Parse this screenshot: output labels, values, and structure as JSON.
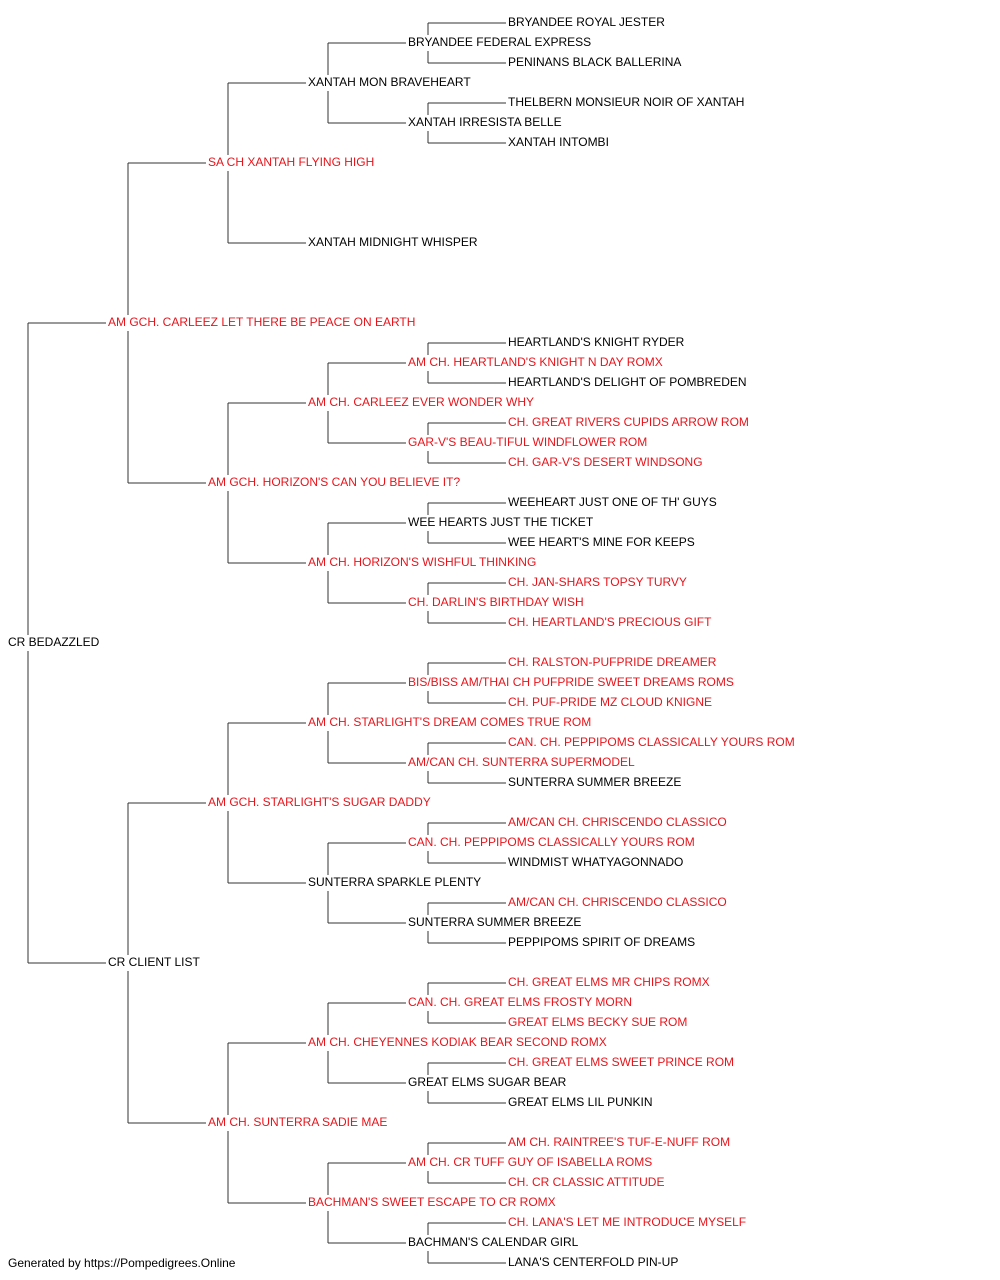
{
  "colors": {
    "champion": "#e8141b",
    "normal": "#000000",
    "line": "#333333"
  },
  "footer": "Generated by https://Pompedigrees.Online",
  "pedigree": {
    "name": "CR BEDAZZLED",
    "champion": false,
    "sire": {
      "name": "AM GCH. CARLEEZ LET THERE BE PEACE ON EARTH",
      "champion": true,
      "sire": {
        "name": "SA CH XANTAH FLYING HIGH",
        "champion": true,
        "sire": {
          "name": "XANTAH MON BRAVEHEART",
          "champion": false,
          "sire": {
            "name": "BRYANDEE FEDERAL EXPRESS",
            "champion": false,
            "sire": {
              "name": "BRYANDEE ROYAL JESTER",
              "champion": false
            },
            "dam": {
              "name": "PENINANS BLACK BALLERINA",
              "champion": false
            }
          },
          "dam": {
            "name": "XANTAH IRRESISTA BELLE",
            "champion": false,
            "sire": {
              "name": "THELBERN MONSIEUR NOIR OF XANTAH",
              "champion": false
            },
            "dam": {
              "name": "XANTAH INTOMBI",
              "champion": false
            }
          }
        },
        "dam": {
          "name": "XANTAH MIDNIGHT WHISPER",
          "champion": false
        }
      },
      "dam": {
        "name": "AM GCH. HORIZON'S CAN YOU BELIEVE IT?",
        "champion": true,
        "sire": {
          "name": "AM CH. CARLEEZ EVER WONDER WHY",
          "champion": true,
          "sire": {
            "name": "AM CH. HEARTLAND'S KNIGHT N DAY ROMX",
            "champion": true,
            "sire": {
              "name": "HEARTLAND'S KNIGHT RYDER",
              "champion": false
            },
            "dam": {
              "name": "HEARTLAND'S DELIGHT OF POMBREDEN",
              "champion": false
            }
          },
          "dam": {
            "name": "GAR-V'S BEAU-TIFUL WINDFLOWER ROM",
            "champion": true,
            "sire": {
              "name": "CH. GREAT RIVERS CUPIDS ARROW ROM",
              "champion": true
            },
            "dam": {
              "name": "CH. GAR-V'S DESERT WINDSONG",
              "champion": true
            }
          }
        },
        "dam": {
          "name": "AM CH. HORIZON'S WISHFUL THINKING",
          "champion": true,
          "sire": {
            "name": "WEE HEARTS JUST THE TICKET",
            "champion": false,
            "sire": {
              "name": "WEEHEART JUST ONE OF TH' GUYS",
              "champion": false
            },
            "dam": {
              "name": "WEE HEART'S MINE FOR KEEPS",
              "champion": false
            }
          },
          "dam": {
            "name": "CH. DARLIN'S BIRTHDAY WISH",
            "champion": true,
            "sire": {
              "name": "CH. JAN-SHARS TOPSY TURVY",
              "champion": true
            },
            "dam": {
              "name": "CH. HEARTLAND'S PRECIOUS GIFT",
              "champion": true
            }
          }
        }
      }
    },
    "dam": {
      "name": "CR CLIENT LIST",
      "champion": false,
      "sire": {
        "name": "AM GCH. STARLIGHT'S SUGAR DADDY",
        "champion": true,
        "sire": {
          "name": "AM CH. STARLIGHT'S DREAM COMES TRUE ROM",
          "champion": true,
          "sire": {
            "name": "BIS/BISS AM/THAI CH PUFPRIDE SWEET DREAMS ROMS",
            "champion": true,
            "sire": {
              "name": "CH. RALSTON-PUFPRIDE DREAMER",
              "champion": true
            },
            "dam": {
              "name": "CH. PUF-PRIDE MZ CLOUD KNIGNE",
              "champion": true
            }
          },
          "dam": {
            "name": "AM/CAN CH. SUNTERRA SUPERMODEL",
            "champion": true,
            "sire": {
              "name": "CAN. CH. PEPPIPOMS CLASSICALLY YOURS ROM",
              "champion": true
            },
            "dam": {
              "name": "SUNTERRA SUMMER BREEZE",
              "champion": false
            }
          }
        },
        "dam": {
          "name": "SUNTERRA SPARKLE PLENTY",
          "champion": false,
          "sire": {
            "name": "CAN. CH. PEPPIPOMS CLASSICALLY YOURS ROM",
            "champion": true,
            "sire": {
              "name": "AM/CAN CH. CHRISCENDO CLASSICO",
              "champion": true
            },
            "dam": {
              "name": "WINDMIST WHATYAGONNADO",
              "champion": false
            }
          },
          "dam": {
            "name": "SUNTERRA SUMMER BREEZE",
            "champion": false,
            "sire": {
              "name": "AM/CAN CH. CHRISCENDO CLASSICO",
              "champion": true
            },
            "dam": {
              "name": "PEPPIPOMS SPIRIT OF DREAMS",
              "champion": false
            }
          }
        }
      },
      "dam": {
        "name": "AM CH. SUNTERRA SADIE MAE",
        "champion": true,
        "sire": {
          "name": "AM CH. CHEYENNES KODIAK BEAR SECOND ROMX",
          "champion": true,
          "sire": {
            "name": "CAN. CH. GREAT ELMS FROSTY MORN",
            "champion": true,
            "sire": {
              "name": "CH. GREAT ELMS MR CHIPS ROMX",
              "champion": true
            },
            "dam": {
              "name": "GREAT ELMS BECKY SUE ROM",
              "champion": true
            }
          },
          "dam": {
            "name": "GREAT ELMS SUGAR BEAR",
            "champion": false,
            "sire": {
              "name": "CH. GREAT ELMS SWEET PRINCE ROM",
              "champion": true
            },
            "dam": {
              "name": "GREAT ELMS LIL PUNKIN",
              "champion": false
            }
          }
        },
        "dam": {
          "name": "BACHMAN'S SWEET ESCAPE TO CR ROMX",
          "champion": true,
          "sire": {
            "name": "AM CH. CR TUFF GUY OF ISABELLA ROMS",
            "champion": true,
            "sire": {
              "name": "AM CH. RAINTREE'S TUF-E-NUFF ROM",
              "champion": true
            },
            "dam": {
              "name": "CH. CR CLASSIC ATTITUDE",
              "champion": true
            }
          },
          "dam": {
            "name": "BACHMAN'S CALENDAR GIRL",
            "champion": false,
            "sire": {
              "name": "CH. LANA'S LET ME INTRODUCE MYSELF",
              "champion": true
            },
            "dam": {
              "name": "LANA'S CENTERFOLD PIN-UP",
              "champion": false
            }
          }
        }
      }
    }
  }
}
